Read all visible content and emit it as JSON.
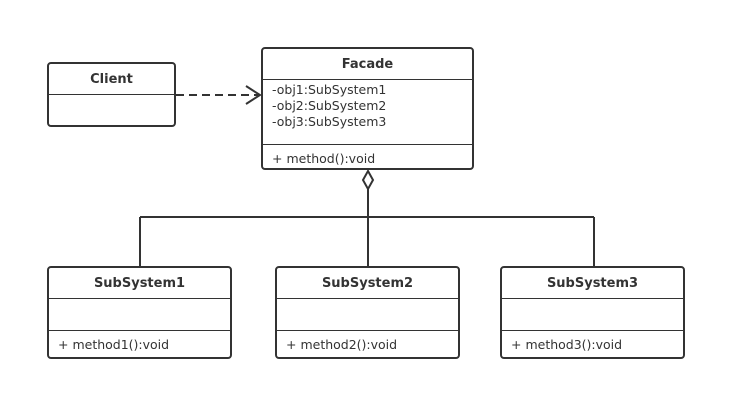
{
  "diagram": {
    "classes": {
      "client": {
        "name": "Client",
        "attributes": [],
        "methods": []
      },
      "facade": {
        "name": "Facade",
        "attributes": [
          "-obj1:SubSystem1",
          "-obj2:SubSystem2",
          "-obj3:SubSystem3"
        ],
        "methods": [
          "+ method():void"
        ]
      },
      "subsystem1": {
        "name": "SubSystem1",
        "attributes": [],
        "methods": [
          "+ method1():void"
        ]
      },
      "subsystem2": {
        "name": "SubSystem2",
        "attributes": [],
        "methods": [
          "+ method2():void"
        ]
      },
      "subsystem3": {
        "name": "SubSystem3",
        "attributes": [],
        "methods": [
          "+ method3():void"
        ]
      }
    },
    "relations": [
      {
        "type": "dependency",
        "from": "Client",
        "to": "Facade",
        "line": "dashed",
        "head": "open-arrow"
      },
      {
        "type": "aggregation",
        "whole": "Facade",
        "parts": [
          "SubSystem1",
          "SubSystem2",
          "SubSystem3"
        ],
        "head": "hollow-diamond"
      }
    ],
    "colors": {
      "stroke": "#333333",
      "background": "#ffffff",
      "text": "#333333"
    }
  }
}
